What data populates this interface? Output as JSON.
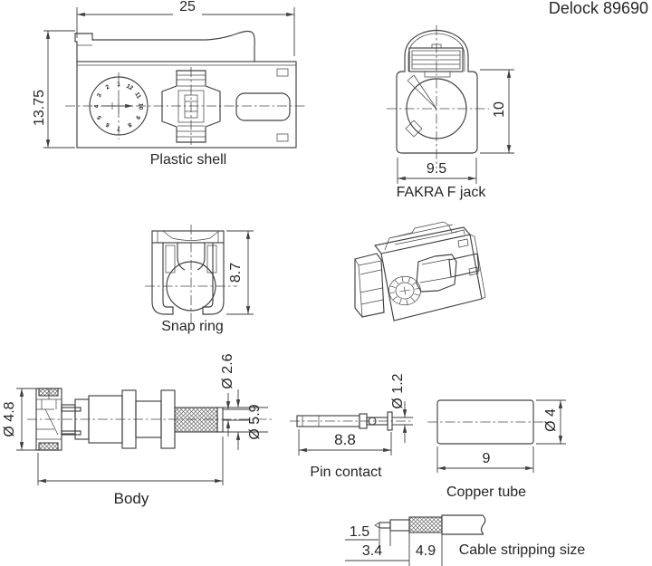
{
  "title": "Delock 89690",
  "colors": {
    "line": "#404040",
    "text": "#262626",
    "background": "#ffffff"
  },
  "plastic_shell": {
    "label": "Plastic shell",
    "width_dim": "25",
    "height_dim": "13.75",
    "dial_numbers": [
      "1",
      "2",
      "3",
      "4",
      "5",
      "6",
      "7",
      "8",
      "9",
      "10",
      "11",
      "12"
    ]
  },
  "fakra_jack": {
    "label": "FAKRA F jack",
    "height_dim": "10",
    "width_dim": "9.5"
  },
  "snap_ring": {
    "label": "Snap ring",
    "height_dim": "8.7"
  },
  "body": {
    "label": "Body",
    "cap_dia": "Ø 4.8",
    "bore_dia": "Ø 2.6",
    "knurl_dia": "Ø 5.9"
  },
  "pin_contact": {
    "label": "Pin contact",
    "dia": "Ø 1.2",
    "length": "8.8"
  },
  "copper_tube": {
    "label": "Copper tube",
    "dia": "Ø 4",
    "length": "9"
  },
  "cable_stripping": {
    "label": "Cable stripping size",
    "dim_a": "1.5",
    "dim_b": "3.4",
    "dim_c": "4.9"
  }
}
